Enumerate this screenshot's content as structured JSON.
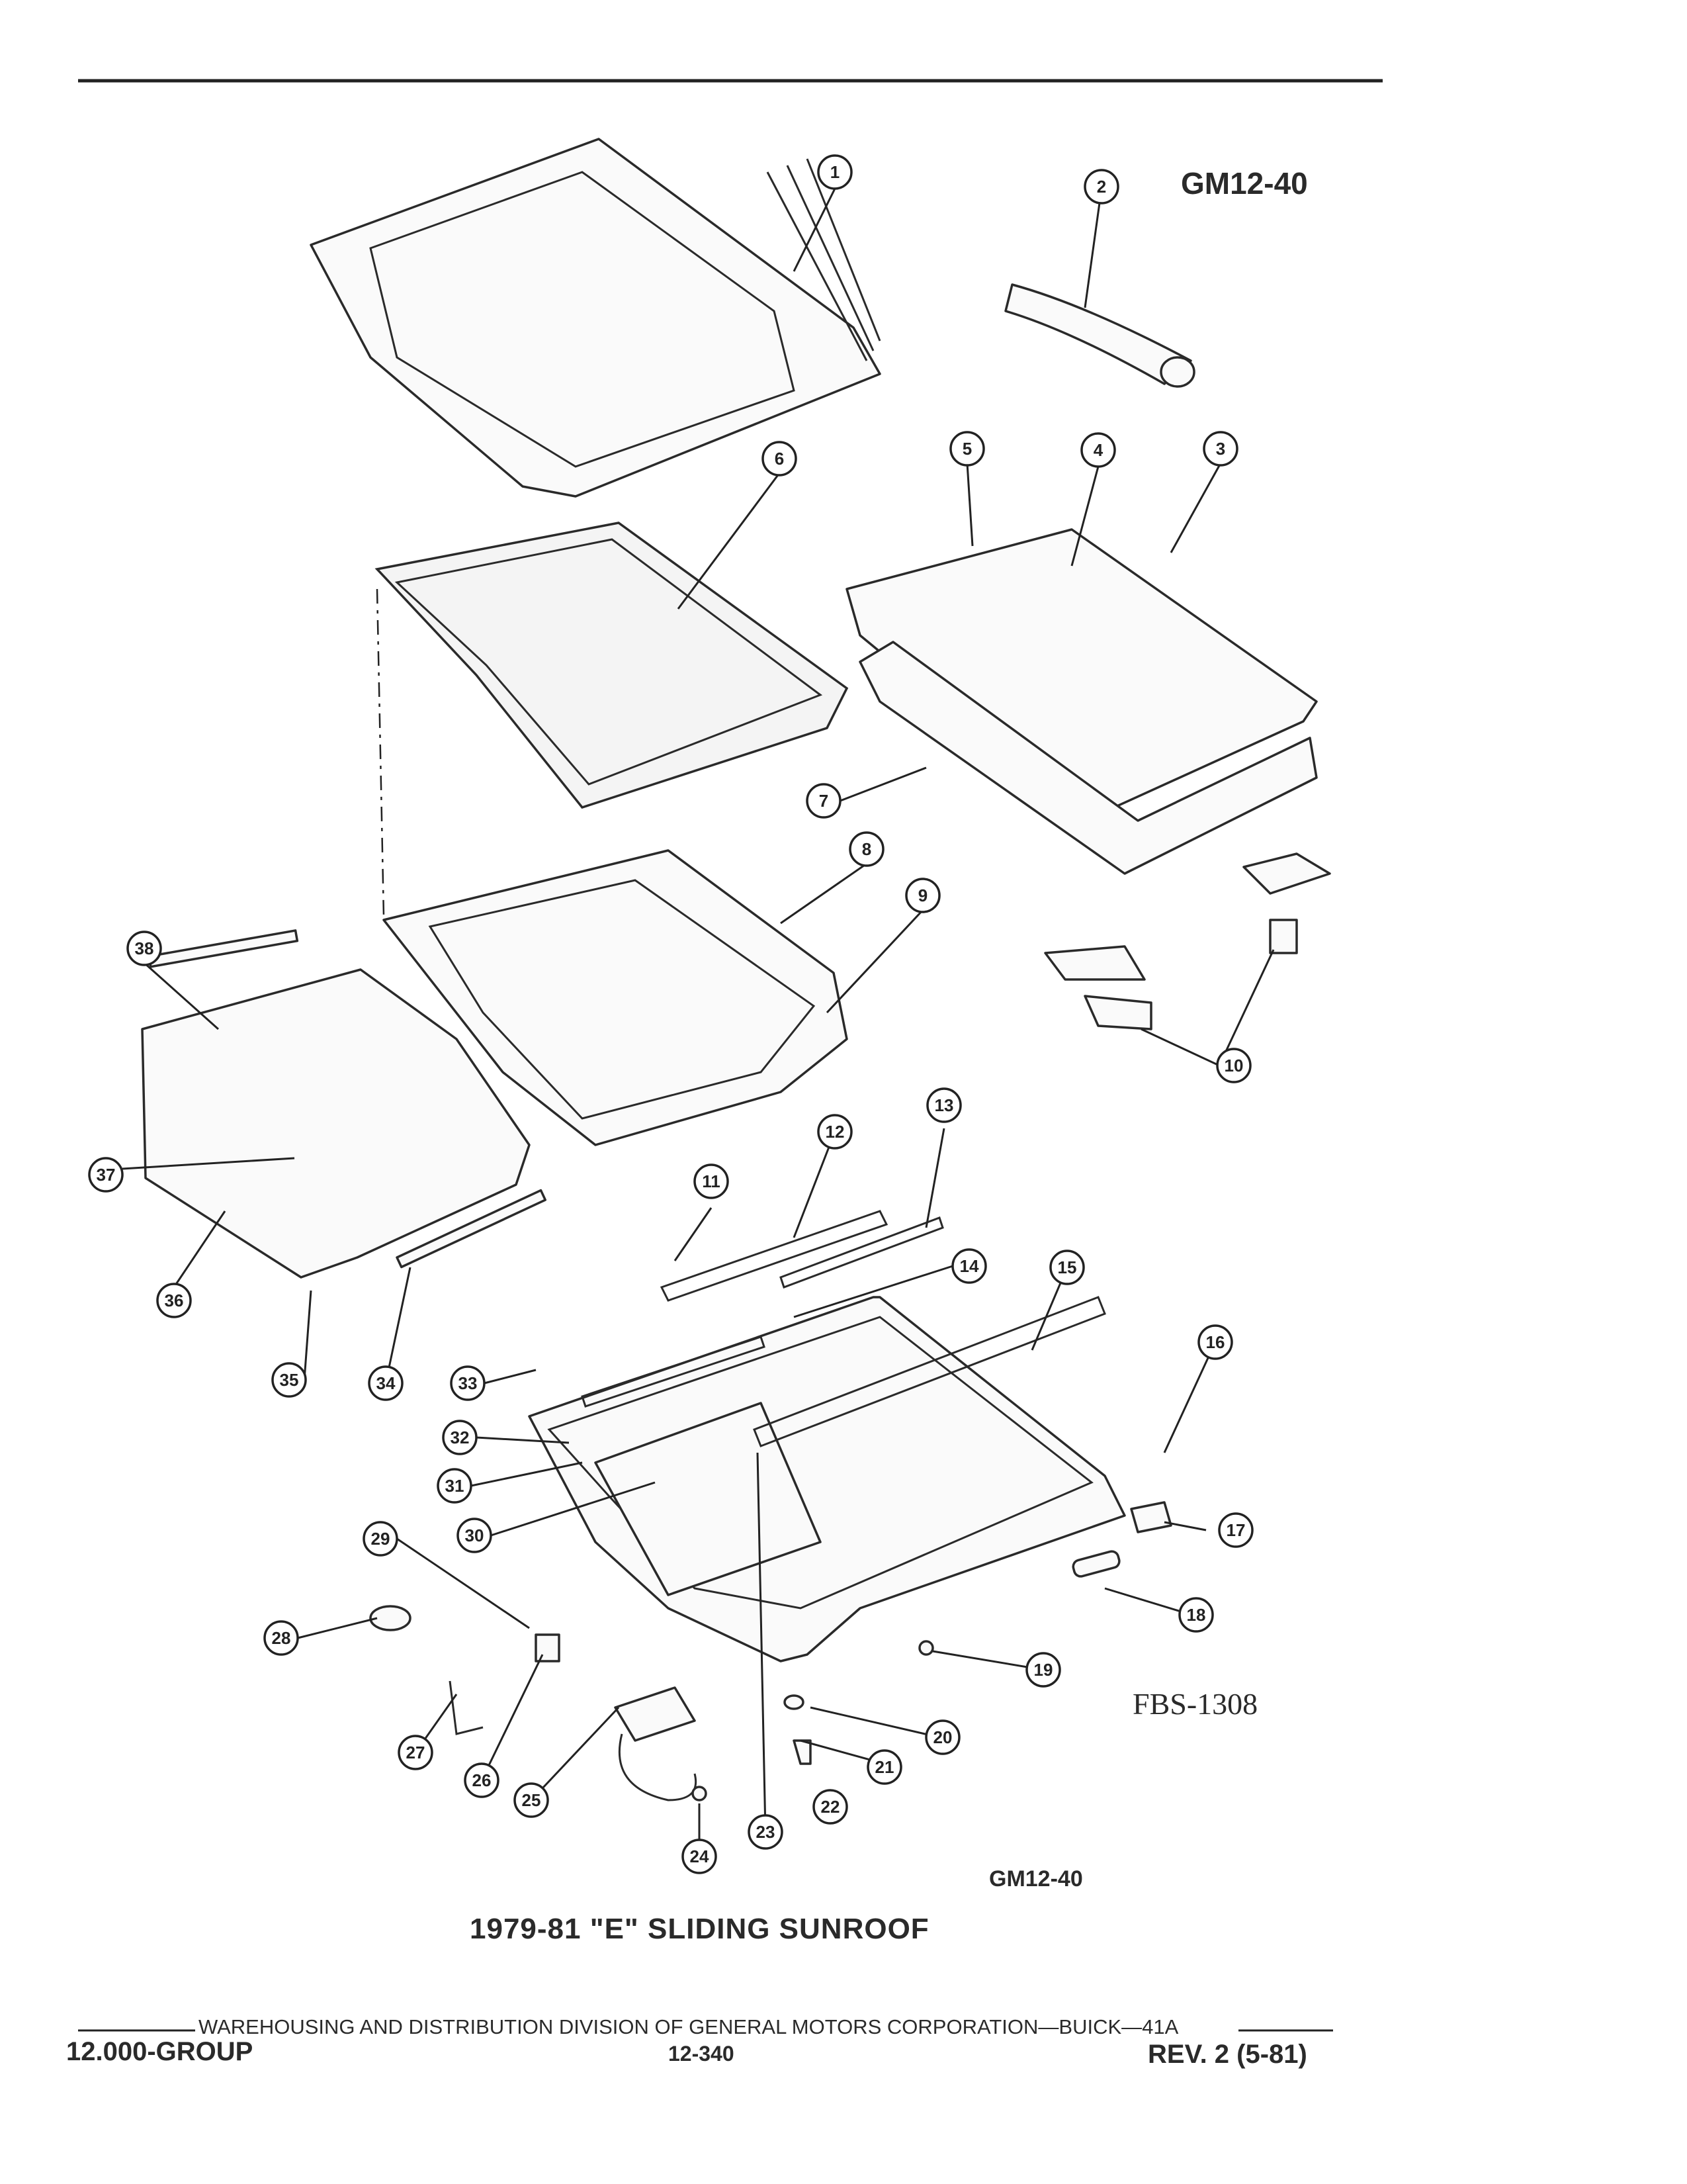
{
  "header": {
    "diagram_code": "GM12-40"
  },
  "figure": {
    "title": "1979-81 \"E\" SLIDING SUNROOF",
    "drawing_number": "FBS-1308",
    "diagram_code": "GM12-40"
  },
  "callouts": [
    "1",
    "2",
    "3",
    "4",
    "5",
    "6",
    "7",
    "8",
    "9",
    "10",
    "11",
    "12",
    "13",
    "14",
    "15",
    "16",
    "17",
    "18",
    "19",
    "20",
    "21",
    "22",
    "23",
    "24",
    "25",
    "26",
    "27",
    "28",
    "29",
    "30",
    "31",
    "32",
    "33",
    "34",
    "35",
    "36",
    "37",
    "38"
  ],
  "footer": {
    "division_line": "WAREHOUSING AND DISTRIBUTION  DIVISION OF GENERAL MOTORS CORPORATION—BUICK—41A",
    "group": "12.000-GROUP",
    "page": "12-340",
    "revision": "REV. 2 (5-81)"
  }
}
